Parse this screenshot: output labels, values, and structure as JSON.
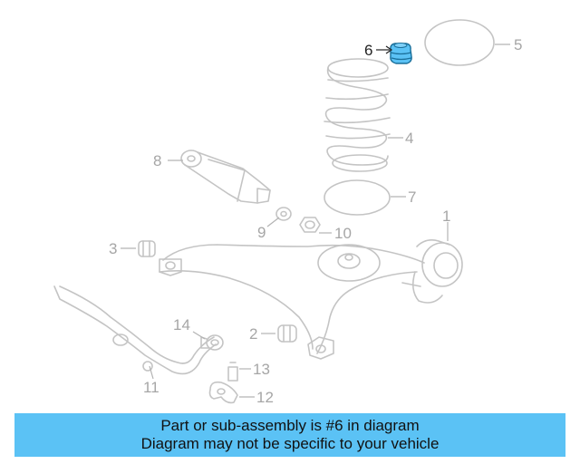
{
  "callouts": {
    "c1": "1",
    "c2": "2",
    "c3": "3",
    "c4": "4",
    "c5": "5",
    "c6": "6",
    "c7": "7",
    "c8": "8",
    "c9": "9",
    "c10": "10",
    "c11": "11",
    "c12": "12",
    "c13": "13",
    "c14": "14"
  },
  "highlighted_part": "6",
  "colors": {
    "highlight": "#5bc2f5",
    "part_lines": "#c4c4c4",
    "callout_text": "#a6a6a6"
  },
  "banner": {
    "line1": "Part or sub-assembly is #6 in diagram",
    "line2": "Diagram may not be specific to your vehicle"
  }
}
